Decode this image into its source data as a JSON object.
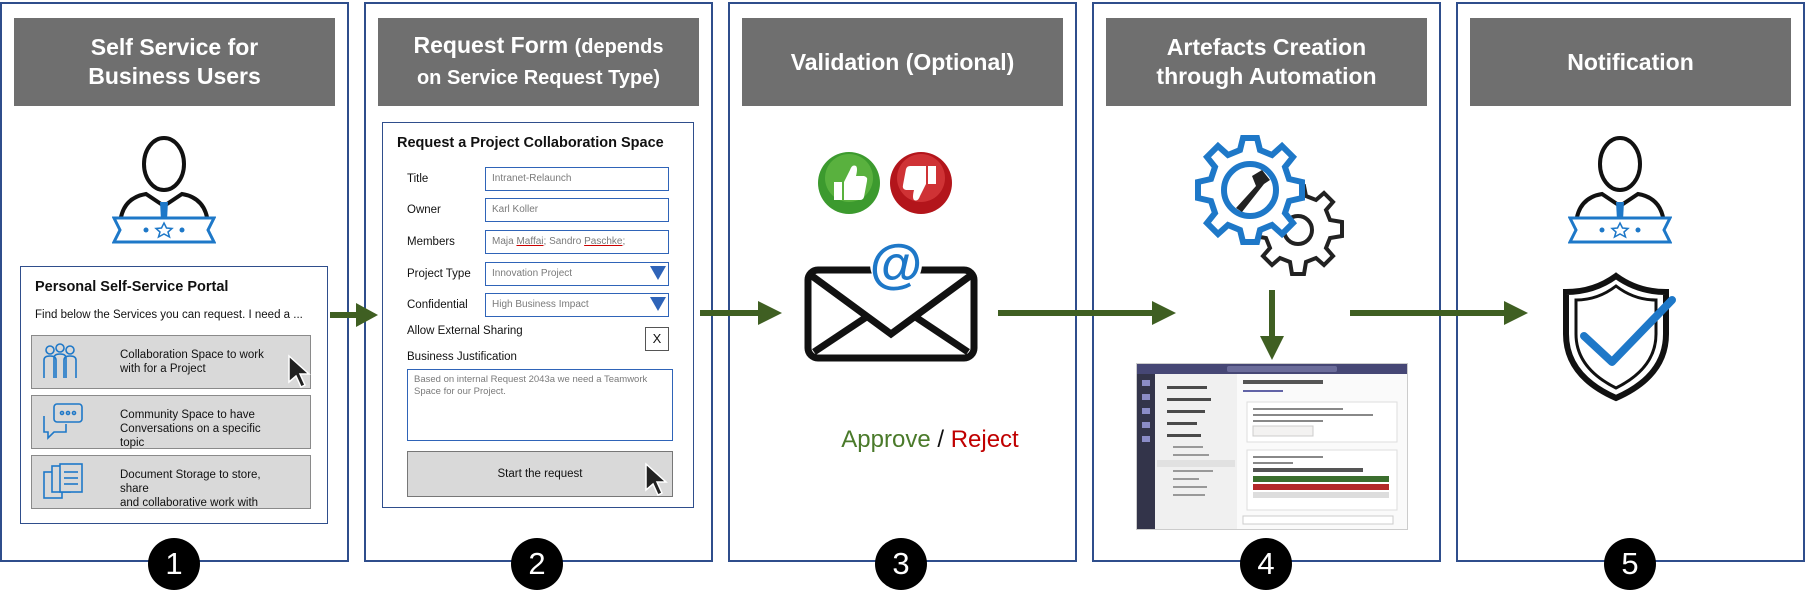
{
  "panels": [
    {
      "header_line1": "Self Service for",
      "header_line2": "Business Users",
      "number": "1"
    },
    {
      "header_main": "Request Form",
      "header_paren": "(depends",
      "header_line2": "on Service Request Type)",
      "number": "2"
    },
    {
      "header": "Validation (Optional)",
      "number": "3"
    },
    {
      "header_line1": "Artefacts Creation",
      "header_line2": "through Automation",
      "number": "4"
    },
    {
      "header": "Notification",
      "number": "5"
    }
  ],
  "portal": {
    "title": "Personal Self-Service Portal",
    "subtitle": "Find below the Services you can request. I need a ...",
    "services": [
      {
        "line1": "Collaboration Space to work",
        "line2": "with for a Project",
        "icon": "team-icon"
      },
      {
        "line1": "Community Space to have",
        "line2": "Conversations on a specific topic",
        "icon": "chat-icon"
      },
      {
        "line1": "Document Storage to store, share",
        "line2": "and collaborative work with",
        "icon": "documents-icon"
      }
    ]
  },
  "form": {
    "title": "Request a Project Collaboration Space",
    "title_label": "Title",
    "title_value": "Intranet-Relaunch",
    "owner_label": "Owner",
    "owner_value": "Karl Koller",
    "members_label": "Members",
    "members_value_1": "Maja ",
    "members_value_2": "Maffai",
    "members_value_3": "; Sandro ",
    "members_value_4": "Paschke",
    "members_value_5": ";",
    "project_type_label": "Project Type",
    "project_type_value": "Innovation Project",
    "confidential_label": "Confidential",
    "confidential_value": "High Business Impact",
    "external_label": "Allow External Sharing",
    "external_value": "X",
    "justification_label": "Business Justification",
    "justification_value": "Based on internal Request 2043a we need a Teamwork Space for our Project.",
    "start_button": "Start the request"
  },
  "validation": {
    "approve": "Approve",
    "separator": " / ",
    "reject": "Reject",
    "at_symbol": "@"
  },
  "colors": {
    "header_bg": "#6f6f6f",
    "panel_border": "#2f4e8c",
    "arrow": "#3f5f22",
    "approve": "#4a7a2a",
    "reject": "#c00000",
    "icon_blue": "#1e78c8"
  }
}
